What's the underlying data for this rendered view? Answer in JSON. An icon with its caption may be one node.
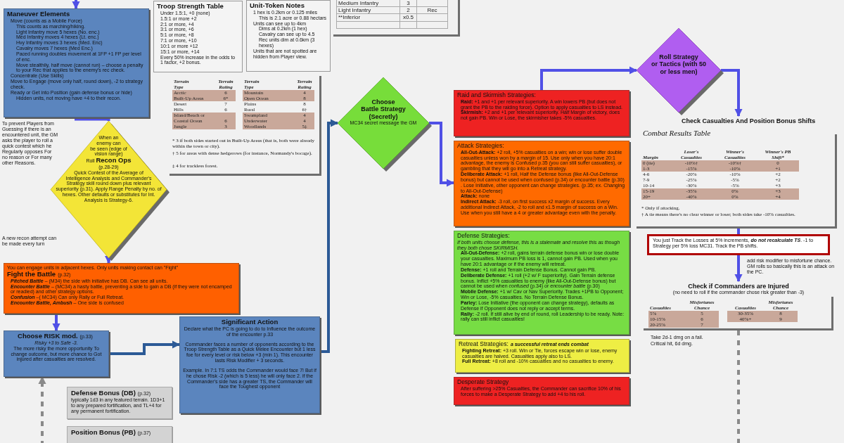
{
  "diagram": {
    "nodes": [
      {
        "text": [
          "Maneuver Elements",
          "Move (counts as a Mobile Force)",
          "This counts as marching/hiking.",
          "Light Infantry move 5 hexes (No. enc.)",
          "Med Infantry moves 4 hexes (Lt. enc.)",
          "Hvy Infantry moves 3 hexes (Med. Enc)",
          "Cavalry moves 7 hexes (Med Enc.)",
          "Paced running doubles movement at 1FP +1 FP per level of enc.",
          "Move stealthily, half move (cannot run) – choose a penalty to your Rec that applies to the enemy's rec check.",
          "Concentrate (Use Skills)",
          "Move to Engage (move only half, round down), -2 to strategy check.",
          "Ready or Get into Position (gain defense bonus or hide)",
          "Hidden units, not moving have +4 to their recon."
        ]
      },
      {
        "text": [
          "Troop Strength Table",
          "Under 1.5:1, +0 (none)",
          "1.5:1 or more +2",
          "2:1 or more, +4",
          "3:1 or more, +6",
          "5:1 or more, +8",
          "7:1 or more, +10",
          "10:1 or more +12",
          "15:1 or more, +14",
          "Every 50% increase in the odds to 1 factor, +2 bonus."
        ]
      },
      {
        "text": [
          "Unit-Token Notes",
          "1 hex is 0.2km or 0.125 miles",
          "This is 2.1 acre or 0.88 hectars",
          "Units can see up to 4km",
          "Dims at 0.2km (1 hex)",
          "Cavalry can see up to 4.5",
          "Rec units dim at 0.6km (3 hexes)",
          "Units that are not spotted are hidden from Player view."
        ]
      },
      {
        "text": [
          "When an enemy can be seen (edge of vision range)",
          "Roll **Recon Ops**",
          "(p.28-29)",
          "Quick Contest of the Average of Intelligence Analysis and Commander's Strategy skill round down plus relevant superiority (p.31). Apply Range Penalty by no. of hexes. Other defaults or substitutes for Int. Analysis is Strategy-6."
        ]
      },
      {
        "text": [
          "You can engage units in adjacent hexes. Only units making contact can \"Fight\"",
          "Fight the Battle",
          "(p.32)",
          "**Pitched Battle** – (M34) the side with initiative has DB. Can see all units.",
          "**Encounter Battle** – (MC34) a hasty battle, preventing a side to gain a DB (if they were not encamped or readied) and other strategy options.",
          "**Confusion** –( MC34) Can only Rally or Full Retreat.",
          "**Encounter Battle, Ambush** – One side is confused"
        ]
      },
      {
        "text": [
          "Choose RISK mod.",
          "(p.33)",
          "Risky +3 to Safe -3.",
          "The more risky the more opportunity To change outcome, but more chance to Got injured after casualties are resolved."
        ]
      },
      {
        "text": [
          "Significant Action",
          "Declare what the PC is going to do to Influence the outcome of the encounter p.33",
          "Commander faces a number of opponents according to the Troop Strength Table as a Quick Melee Encounter but 1 less foe for every level or risk below +3 (min 1). This encounter lasts Risk Modifier + 3 seconds.",
          "Example. In 7:1 TS odds the Commander would face 7! But if he chose Risk -2 (which is 5 less) he will only face 2. if the Commander's side has a greater TS, the Commander will face the Toughest opponent"
        ]
      },
      {
        "text": [
          "Defense Bonus (DB)",
          "(p.32)",
          "typically 1d3 in any featured terrain. 1D3+1 to any prepared fortification, and TL+4 for any permanent fortification."
        ]
      },
      {
        "text": [
          "Position Bonus (PB)",
          "(p.37)"
        ]
      },
      {
        "text": [
          "Choose Battle Strategy (Secretly)",
          "MC34 secret message the GM"
        ]
      },
      {
        "text": [
          "Raid and Skirmish Strategies:",
          "**Raid:** +1 and +1 per relevant superiority. A win lowers PB (but does not grant the PB to the raiding force). Option to apply casualties to LS instead.",
          "**Skirmish:** +2 and +1 per relevant superiority. Half Margin of victory, does not gain PB. Win or Lose, the skirmisher takes -5% casualties."
        ]
      },
      {
        "text": [
          "Attack Strategies:",
          "**All-Out-Attack:** +2 roll, +5% casualties on a win; win or lose suffer double casualties unless won by a margin of 15. Use only when you have 20:1 advantage, the enemy is Confused p.35 (you can still suffer casualties), or gambling that they will go into a Retreat strategy.",
          "**Deliberate Attack:** +1 roll, Half the Defense bonus (like All-Out-Defense bonus) but cannot be used when confused (p.34) or encounter battle (p.30) . Lose Initiative, other opponent can change strategies. (p.35; ex. Changing to All-Out-Defense)",
          "**Attack:** none",
          "**Indirect Attack:** -3 roll, on first success x2 margin of success. Every additional Indirect Attack, -2 to roll and x1.5 margin of success on a Win. Use when you still have a 4 or greater advantage even with the penalty."
        ]
      },
      {
        "text": [
          "Defense Strategies:",
          "If both units choose defense, this is a stalemate and resolve this as though they both chose SKIRMISH.",
          "**All-Out-Defense:** +2 roll, gains terrain defense bonus win or lose double your casualties. Maximum PB loss is 1, cannot gain PB. Used when you have 20:1 advantage or if the enemy will retreat.",
          "**Defense:** +1 roll and Terrain Defense Bonus. Cannot gain PB.",
          "**Deliberate Defense:** +1 roll (+2 w/ F superiority). Gain Terrain defense bonus. Inflict +5% casualties to enemy (like All-Out-Defense bonus) but cannot be used when *confused* (p.34) or *encounter battle* (p.30)",
          "**Mobile Defense:** +1 w/ Cav or Nav Superiority. Trades +1PB to Opponent; Win or Lose, -5% casualties. No Terrain Defense Bonus.",
          "**Parley:** Lose Initiative (the opponent can change strategy), defaults as Defense if Opponent does not reply or accept terms.",
          "**Rally:** -2 roll. If still alive by end of round, roll Leadership to be ready. Note: rally can still inflict casualties!"
        ]
      },
      {
        "text": [
          "Retreat Strategies:",
          "a successful retreat ends combat",
          "**Fighting Retreat:** +3 roll. Win or Tie, forces escape win or lose, enemy casualties are halved. Casualties apply also to LS.",
          "**Full Retreat:** +8 roll and -10% casualties and no casualties to enemy."
        ]
      },
      {
        "text": [
          "Desperate Strategy",
          "After suffering >25% Casualties, the Commander can sacrifice 10% of his forces to make a Desperate Strategy to add +4 to his roll."
        ]
      },
      {
        "text": [
          "Roll Strategy or Tactics (with 50 or less men)"
        ]
      },
      {
        "text": [
          "Check Casualties And Position Bonus Shifts",
          "Combat Results Table"
        ]
      },
      {
        "text": [
          "You just Track the Losses at 5% increments, **do not recalculate TS**. -1 to Strategy per 5% loss MC31. Track the PB shifts."
        ]
      },
      {
        "text": [
          "Check if Commanders are Injured",
          "(no need to roll if the commander chose risk greater than -3)"
        ]
      }
    ],
    "edges": [
      {
        "from": null,
        "to": 0,
        "arrow": "to"
      },
      {
        "from": 0,
        "to": 3,
        "arrow": "to"
      },
      {
        "from": 3,
        "to": 4,
        "arrow": "to"
      },
      {
        "from": 4,
        "to": 5,
        "arrow": "to"
      },
      {
        "from": 5,
        "to": 6,
        "arrow": "to",
        "color": "#2c5a96"
      },
      {
        "from": 6,
        "to": 9,
        "arrow": "to",
        "color": "#2c5a96"
      },
      {
        "from": 9,
        "to": 11,
        "arrow": "to"
      },
      {
        "from": 10,
        "to": 15,
        "arrow": "to"
      },
      {
        "from": 15,
        "to": 16,
        "arrow": "to"
      },
      {
        "from": 16,
        "to": 17,
        "arrow": "none"
      },
      {
        "from": 17,
        "to": 18,
        "arrow": "to"
      },
      {
        "from": 18,
        "to": null,
        "arrow": "none",
        "style": "dashed",
        "color": "#8a8a8a"
      },
      {
        "from": null,
        "to": 5,
        "arrow": "to",
        "style": "dashed",
        "color": "#8a8a8a"
      }
    ],
    "labels": [
      "Medium Infantry",
      "3",
      "Light Infantry",
      "2",
      "Rec",
      "**Inferior",
      "x0.5",
      "To prevent Players from Guessing if there is an encountered unit, the GM asks the player to roll a quick contest which he Regularly opposes For no reason or For many other Reasons.",
      "Terrain Type",
      "Terrain Rating",
      "Arctic",
      "6",
      "Built-Up Areas",
      "6*",
      "Desert",
      "7",
      "Hills",
      "6",
      "Island/Beach or Coastal Ocean",
      "6",
      "Jungle",
      "3",
      "Terrain Type",
      "Terrain Rating",
      "Mountain",
      "4",
      "Open Ocean",
      "8",
      "Plains",
      "8",
      "Rural",
      "6†",
      "Swampland",
      "4",
      "Underwater",
      "4",
      "Woodlands",
      "5‡",
      "* 3 if both sides started out in Built-Up Areas (that is, both were already within the town or city).",
      "† 5 for areas with dense hedgerows (for instance, Normandy's bocage).",
      "‡ 4 for trackless forest.",
      "A new recon attempt can be made every turn",
      "Margin",
      "Loser's Casualties",
      "Winner's Casualties",
      "Winner's PB Shift*",
      "0 (tie)",
      "-10%†",
      "-10%†",
      "0",
      "1-3",
      "-15%",
      "-10%",
      "+1",
      "4-6",
      "-20%",
      "-10%",
      "+2",
      "7-9",
      "-25%",
      "-5%",
      "+2",
      "10-14",
      "-30%",
      "-5%",
      "+3",
      "15-19",
      "-35%",
      "0%",
      "+3",
      "20+",
      "-40%",
      "0%",
      "+4",
      "* Only if attacking.",
      "† A tie means there's no clear winner or loser; both sides take -10% casualties.",
      "add risk modifier to misfortune chance. GM rolls so basically this is an attack on the PC.",
      "Casualties",
      "Misfortunes Chance",
      "Casualties",
      "Misfortunes Chance",
      "5%",
      "5",
      "30-35%",
      "8",
      "10-15%",
      "6",
      "40%+",
      "9",
      "20-25%",
      "7",
      "Take 2d-1 dmg on a fail.",
      "Critical hit, 6d dmg."
    ]
  }
}
